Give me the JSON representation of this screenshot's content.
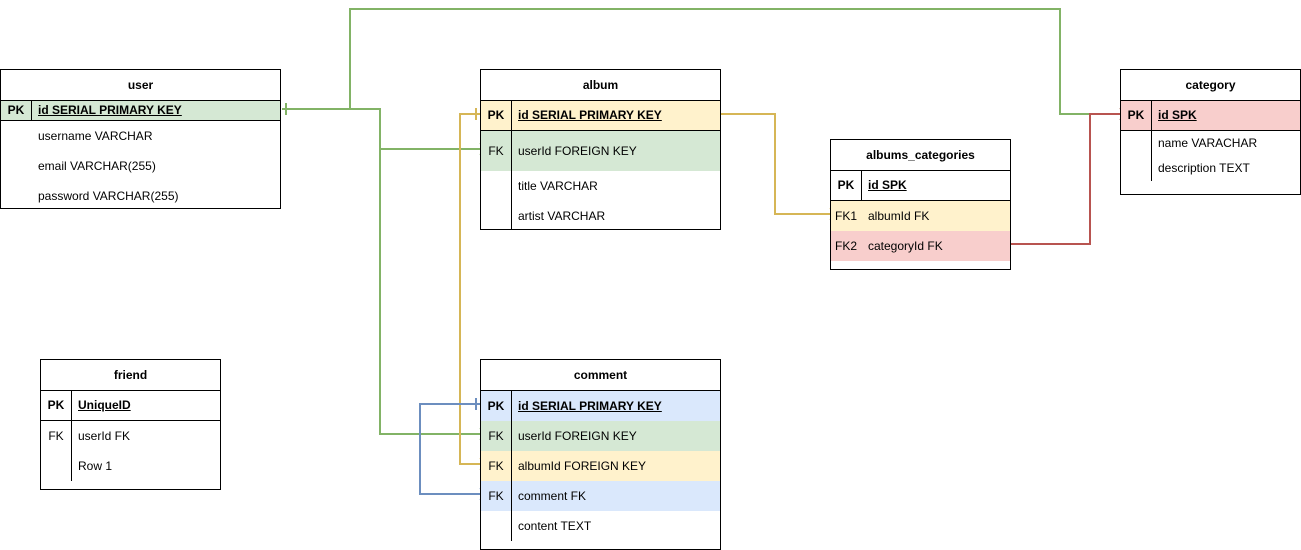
{
  "colors": {
    "green": "#82b366",
    "green_fill": "#d5e8d4",
    "yellow": "#d6b656",
    "yellow_fill": "#fff2cc",
    "red": "#b85450",
    "red_fill": "#f8cecc",
    "blue": "#6c8ebf",
    "blue_fill": "#dae8fc"
  },
  "tables": {
    "user": {
      "title": "user",
      "rows": [
        {
          "key": "PK",
          "name": "id SERIAL PRIMARY KEY"
        },
        {
          "key": "",
          "name": "username VARCHAR"
        },
        {
          "key": "",
          "name": "email VARCHAR(255)"
        },
        {
          "key": "",
          "name": "password VARCHAR(255)"
        }
      ]
    },
    "album": {
      "title": "album",
      "rows": [
        {
          "key": "PK",
          "name": "id SERIAL PRIMARY KEY"
        },
        {
          "key": "FK",
          "name": "userId FOREIGN KEY"
        },
        {
          "key": "",
          "name": "title VARCHAR"
        },
        {
          "key": "",
          "name": "artist VARCHAR"
        }
      ]
    },
    "category": {
      "title": "category",
      "rows": [
        {
          "key": "PK",
          "name": "id SPK"
        },
        {
          "key": "",
          "name": "name VARACHAR"
        },
        {
          "key": "",
          "name": "description TEXT"
        }
      ]
    },
    "albums_categories": {
      "title": "albums_categories",
      "rows": [
        {
          "key": "PK",
          "name": "id SPK"
        },
        {
          "key": "FK1",
          "name": "albumId FK"
        },
        {
          "key": "FK2",
          "name": "categoryId FK"
        }
      ]
    },
    "friend": {
      "title": "friend",
      "rows": [
        {
          "key": "PK",
          "name": "UniqueID"
        },
        {
          "key": "FK",
          "name": "userId FK"
        },
        {
          "key": "",
          "name": "Row 1"
        }
      ]
    },
    "comment": {
      "title": "comment",
      "rows": [
        {
          "key": "PK",
          "name": "id SERIAL PRIMARY KEY"
        },
        {
          "key": "FK",
          "name": "userId FOREIGN KEY"
        },
        {
          "key": "FK",
          "name": "albumId FOREIGN KEY"
        },
        {
          "key": "FK",
          "name": "comment FK"
        },
        {
          "key": "",
          "name": "content TEXT"
        }
      ]
    }
  }
}
